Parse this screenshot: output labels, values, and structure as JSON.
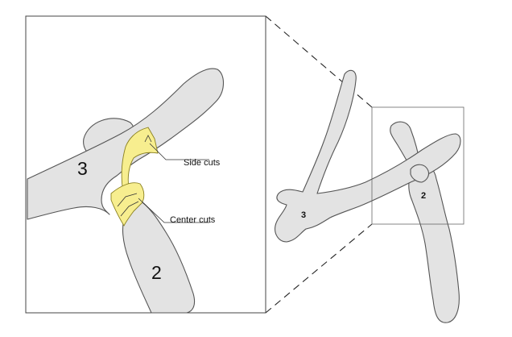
{
  "detail_view": {
    "callouts": {
      "side_cuts": "Side cuts",
      "center_cuts": "Center cuts"
    },
    "fragment_labels": {
      "upper": "3",
      "lower": "2"
    }
  },
  "overview": {
    "fragment_labels": {
      "upper": "3",
      "lower": "2"
    }
  },
  "colors": {
    "bone_fill": "#e3e3e3",
    "bone_outline": "#555555",
    "cut_highlight": "#f7ee8f",
    "frame": "#444444"
  }
}
